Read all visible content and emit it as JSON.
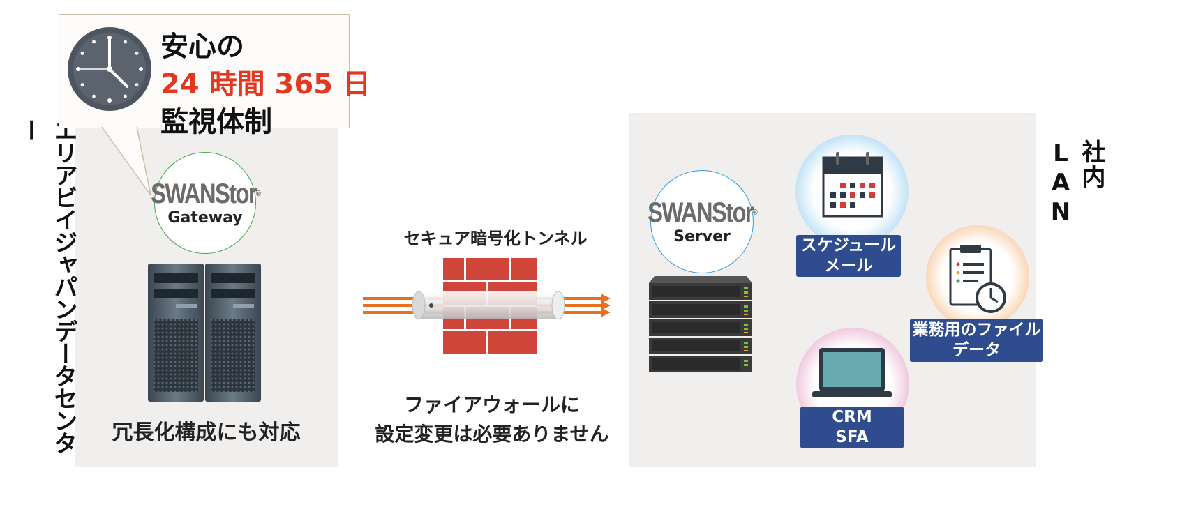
{
  "left_panel": {
    "vertical_label": "エリアビイジャパンデータセンター",
    "bubble": {
      "line1": "安心の",
      "line2": "24 時間 365 日",
      "line3": "監視体制"
    },
    "logo": {
      "brand": "SWANStor",
      "sub": "Gateway"
    },
    "caption": "冗長化構成にも対応"
  },
  "middle": {
    "tunnel_label": "セキュア暗号化トンネル",
    "firewall_note_line1": "ファイアウォールに",
    "firewall_note_line2": "設定変更は必要ありません"
  },
  "right_panel": {
    "vertical_label": "社内LAN",
    "logo": {
      "brand": "SWANStor",
      "sub": "Server"
    },
    "tags": {
      "schedule": [
        "スケジュール",
        "メール"
      ],
      "files": [
        "業務用のファイル",
        "データ"
      ],
      "crm": [
        "CRM",
        "SFA"
      ]
    }
  },
  "colors": {
    "accent_red": "#e3381f",
    "tag_blue": "#2f4d8e",
    "arrow_orange": "#e8701e",
    "brick_red": "#d0453a",
    "green_ring": "#3fa648",
    "blue_ring": "#3a9bd7",
    "orange_ring": "#e88a3c",
    "magenta_ring": "#c44b8c"
  },
  "icons": [
    "clock-icon",
    "tower-server-icon",
    "rack-server-icon",
    "firewall-icon",
    "tunnel-arrows-icon",
    "calendar-icon",
    "clipboard-clock-icon",
    "laptop-icon"
  ]
}
